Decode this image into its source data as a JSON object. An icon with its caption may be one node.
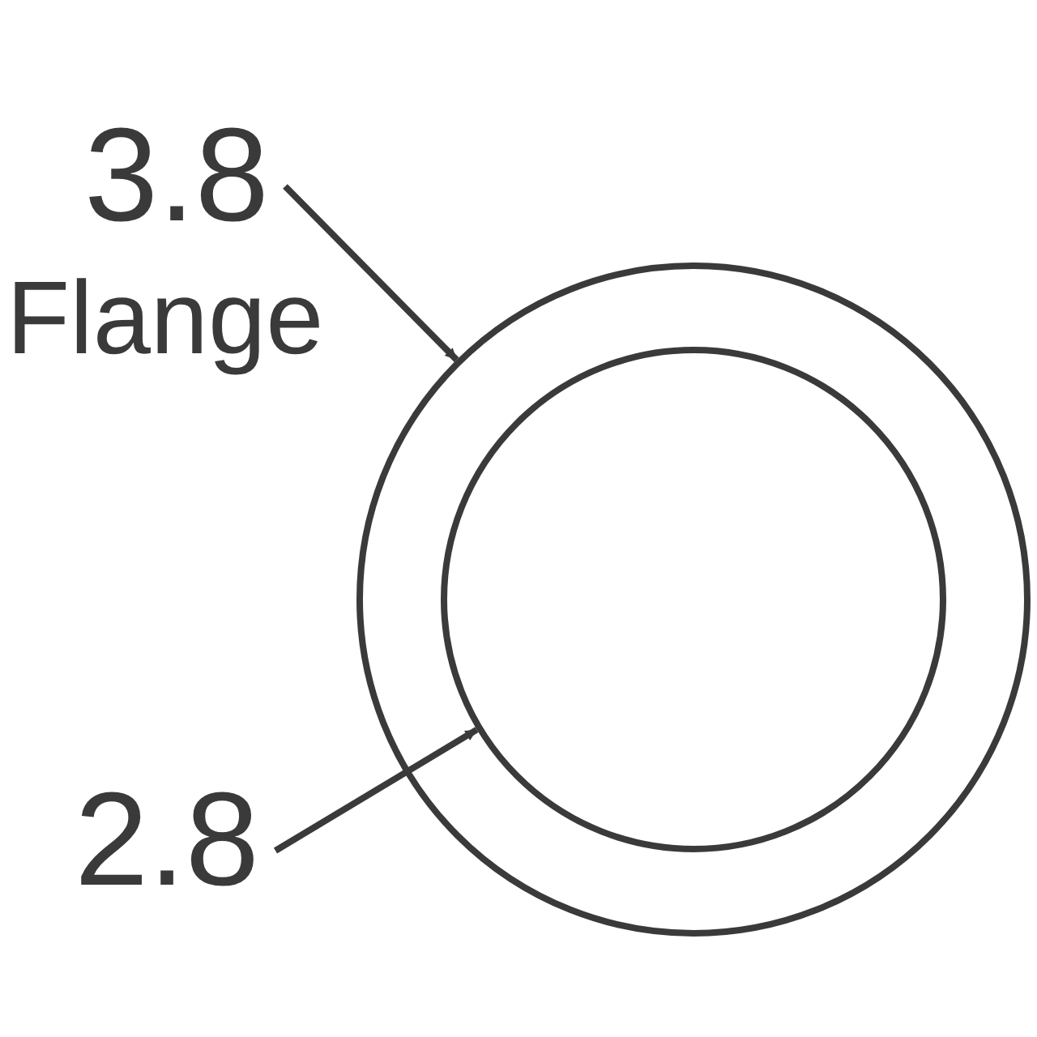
{
  "diagram": {
    "nodes": [
      {
        "text": [
          "3.8",
          "Flange"
        ]
      },
      {
        "text": [],
        "shape": "circle"
      },
      {
        "text": [],
        "shape": "circle",
        "in": 1
      },
      {
        "text": [
          "2.8"
        ]
      }
    ],
    "edges": [
      {
        "from": 0,
        "to": 1,
        "arrow": "to"
      },
      {
        "from": 3,
        "to": 2,
        "arrow": "to"
      }
    ]
  }
}
